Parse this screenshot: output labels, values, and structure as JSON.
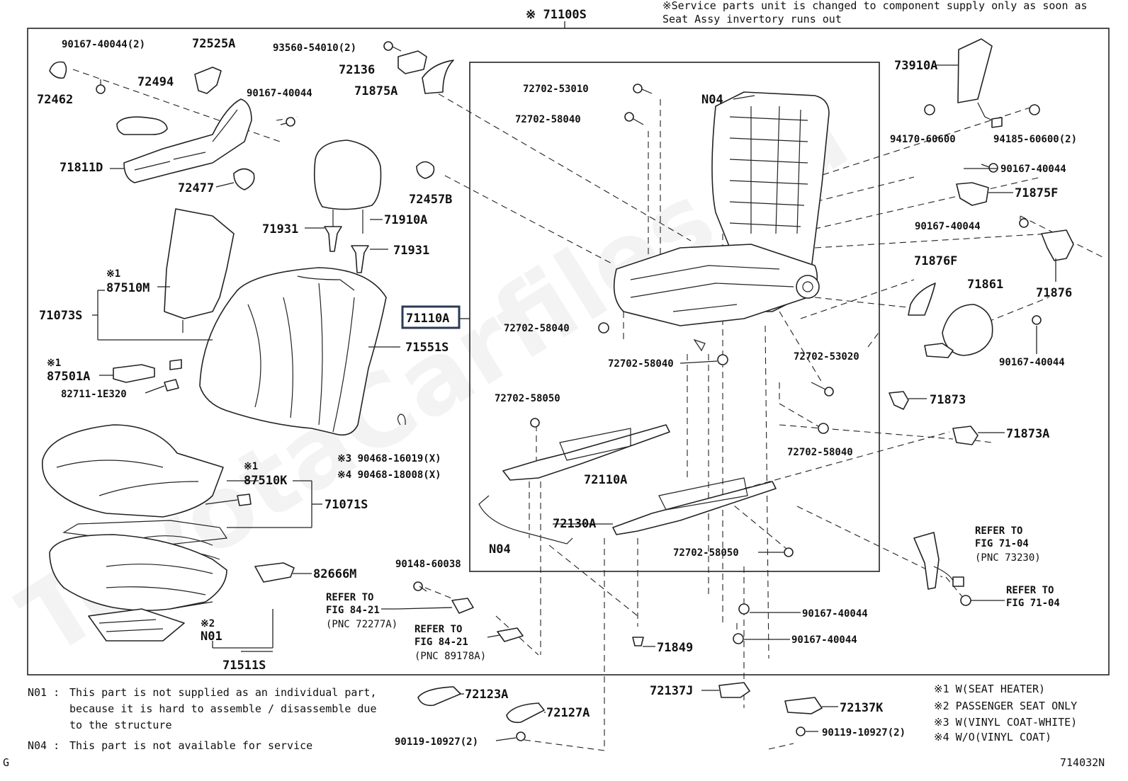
{
  "header": {
    "main_assembly": "※ 71100S",
    "note_line1": "※Service parts unit is changed to component supply only as soon as",
    "note_line2": "Seat Assy invertory runs out"
  },
  "highlighted_part": "71110A",
  "labels": {
    "p90167_40044_2": "90167-40044(2)",
    "p72525A": "72525A",
    "p93560_54010_2": "93560-54010(2)",
    "p72136": "72136",
    "p71875A": "71875A",
    "p72462": "72462",
    "p72494": "72494",
    "p90167_40044_a": "90167-40044",
    "p71811D": "71811D",
    "p72477": "72477",
    "p72457B": "72457B",
    "p71931_a": "71931",
    "p71910A": "71910A",
    "p71931_b": "71931",
    "p87510M_mark": "※1",
    "p87510M": "87510M",
    "p71073S": "71073S",
    "p71110A": "71110A",
    "p71551S": "71551S",
    "p87501A_mark": "※1",
    "p87501A": "87501A",
    "p82711": "82711-1E320",
    "p90468_a": "※3 90468-16019(X)",
    "p90468_b": "※4 90468-18008(X)",
    "p87510K_mark": "※1",
    "p87510K": "87510K",
    "p71071S": "71071S",
    "p82666M": "82666M",
    "p90148": "90148-60038",
    "p_refer_8421_a_1": "REFER TO",
    "p_refer_8421_a_2": "FIG 84-21",
    "p_refer_8421_a_3": "(PNC 72277A)",
    "p_refer_8421_b_1": "REFER TO",
    "p_refer_8421_b_2": "FIG 84-21",
    "p_refer_8421_b_3": "(PNC 89178A)",
    "pN01_mark": "※2",
    "pN01": "N01",
    "p71511S": "71511S",
    "p72702_53010": "72702-53010",
    "p72702_58040_a": "72702-58040",
    "pN04_top": "N04",
    "p72702_58040_b": "72702-58040",
    "p72702_58040_c": "72702-58040",
    "p72702_53020": "72702-53020",
    "p72702_58050_a": "72702-58050",
    "p72110A": "72110A",
    "p72702_58040_d": "72702-58040",
    "p72130A": "72130A",
    "pN04_bottom": "N04",
    "p72702_58050_b": "72702-58050",
    "p71849": "71849",
    "p90167_40044_b": "90167-40044",
    "p90167_40044_c": "90167-40044",
    "p73910A": "73910A",
    "p94170": "94170-60600",
    "p94185": "94185-60600(2)",
    "p90167_40044_d": "90167-40044",
    "p71875F": "71875F",
    "p90167_40044_e": "90167-40044",
    "p71876F": "71876F",
    "p71876": "71876",
    "p71861": "71861",
    "p90167_40044_f": "90167-40044",
    "p71873": "71873",
    "p71873A": "71873A",
    "p_refer_7104_a_1": "REFER TO",
    "p_refer_7104_a_2": "FIG 71-04",
    "p_refer_7104_a_3": "(PNC 73230)",
    "p_refer_7104_b_1": "REFER TO",
    "p_refer_7104_b_2": "FIG 71-04",
    "p72123A": "72123A",
    "p72127A": "72127A",
    "p90119_a": "90119-10927(2)",
    "p72137J": "72137J",
    "p72137K": "72137K",
    "p90119_b": "90119-10927(2)"
  },
  "footnotes": {
    "n01_code": "N01 :",
    "n01_l1": "This part is not supplied as an individual part,",
    "n01_l2": "because it is hard to assemble / disassemble due",
    "n01_l3": "to the structure",
    "n04_code": "N04 :",
    "n04_l1": "This part is not available for service"
  },
  "legend": [
    "※1 W(SEAT HEATER)",
    "※2 PASSENGER SEAT ONLY",
    "※3 W(VINYL COAT-WHITE)",
    "※4 W/O(VINYL COAT)"
  ],
  "corner": {
    "left": "G",
    "diagram_id": "714032N"
  }
}
